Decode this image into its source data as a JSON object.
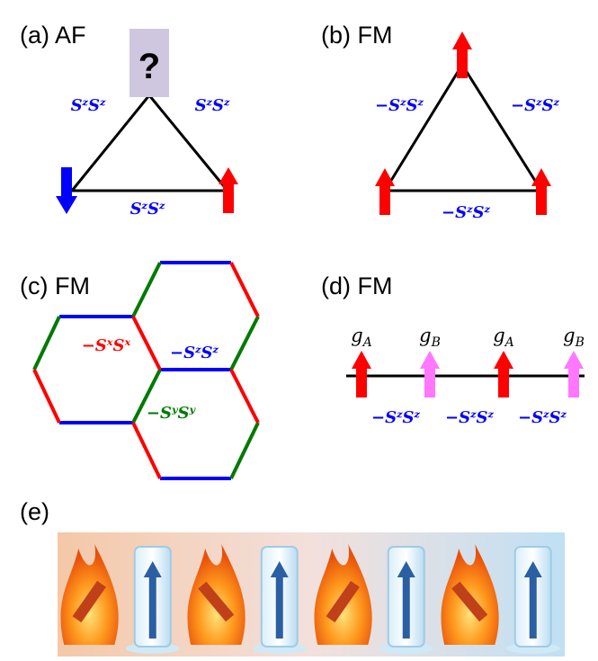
{
  "colors": {
    "blue": "#0000ff",
    "red": "#ff0000",
    "green": "#007a00",
    "pink": "#ff77ff",
    "black": "#000000",
    "qbox": "#cfc6df"
  },
  "panel_a": {
    "label": "(a) AF",
    "question": "?",
    "left_edge": "SᶻSᶻ",
    "right_edge": "SᶻSᶻ",
    "bottom_edge": "SᶻSᶻ",
    "spins": [
      "down",
      "up",
      "unknown"
    ]
  },
  "panel_b": {
    "label": "(b) FM",
    "left_edge": "−SᶻSᶻ",
    "right_edge": "−SᶻSᶻ",
    "bottom_edge": "−SᶻSᶻ",
    "spins": [
      "up",
      "up",
      "up"
    ]
  },
  "panel_c": {
    "label": "(c) FM",
    "x_bond": "−SˣSˣ",
    "z_bond": "−SᶻSᶻ",
    "y_bond": "−SʸSʸ"
  },
  "panel_d": {
    "label": "(d) FM",
    "g_labels": [
      "gA",
      "gB",
      "gA",
      "gB"
    ],
    "g_main": [
      "g",
      "g",
      "g",
      "g"
    ],
    "g_sub": [
      "A",
      "B",
      "A",
      "B"
    ],
    "bonds": [
      "−SᶻSᶻ",
      "−SᶻSᶻ",
      "−SᶻSᶻ"
    ]
  },
  "panel_e": {
    "label": "(e)",
    "tiles": [
      "fire",
      "ice",
      "fire",
      "ice",
      "fire",
      "ice",
      "fire",
      "ice"
    ]
  }
}
